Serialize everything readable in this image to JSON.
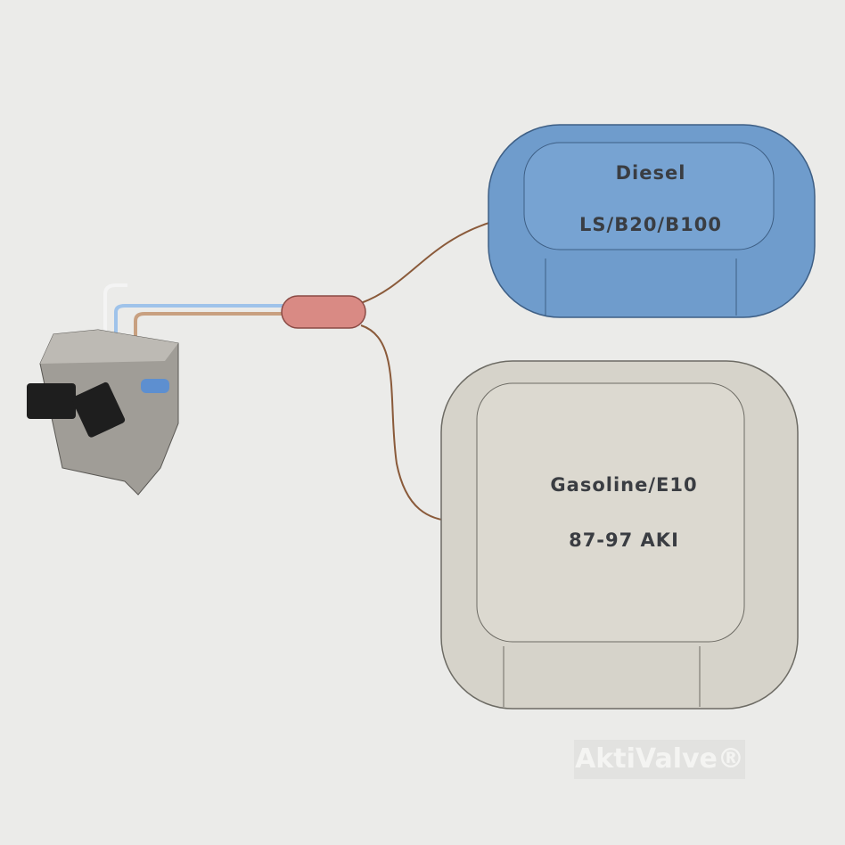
{
  "diesel_tank": {
    "line1": "Diesel",
    "line2": "LS/B20/B100",
    "color": "#6f9ccc"
  },
  "gasoline_tank": {
    "line1": "Gasoline/E10",
    "line2": "87-97 AKI",
    "color": "#d6d3ca"
  },
  "connector_color": "#d98a84",
  "watermark": "AktiValve®"
}
